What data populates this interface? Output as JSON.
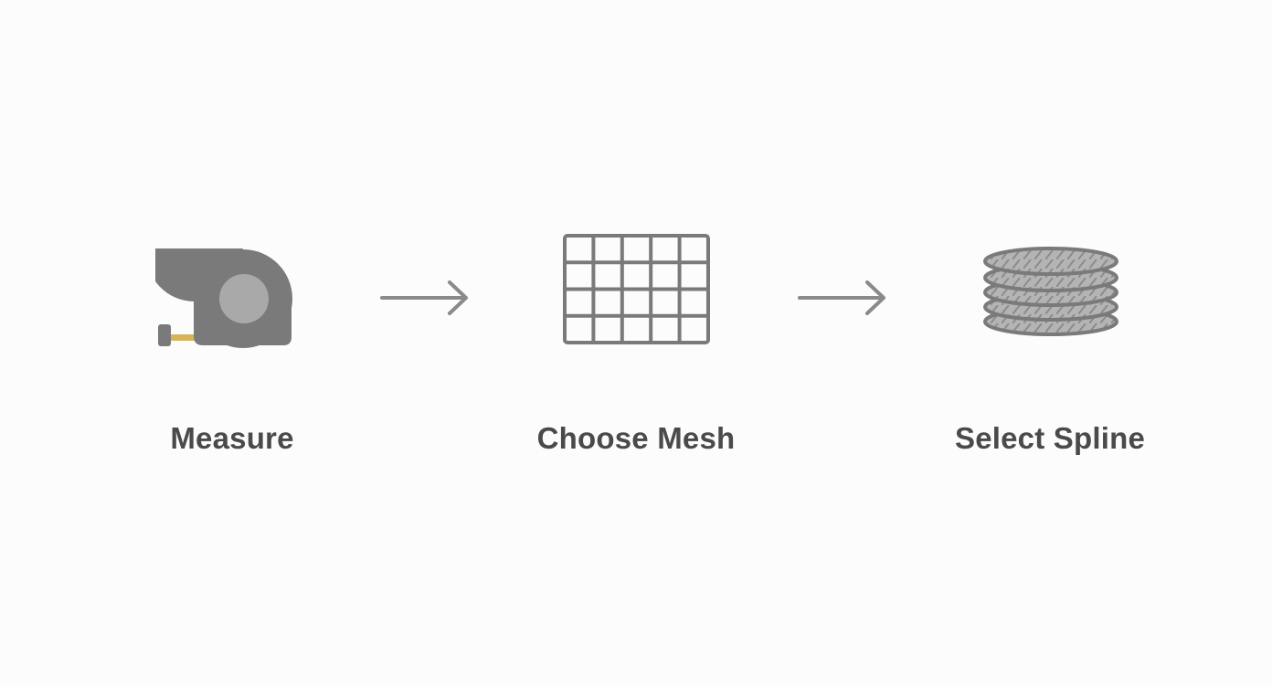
{
  "steps": [
    {
      "label": "Measure",
      "icon": "tape-measure-icon"
    },
    {
      "label": "Choose Mesh",
      "icon": "mesh-grid-icon"
    },
    {
      "label": "Select Spline",
      "icon": "spline-coil-icon"
    }
  ],
  "connectors": [
    {
      "icon": "arrow-right-icon"
    },
    {
      "icon": "arrow-right-icon"
    }
  ],
  "colors": {
    "background": "#fcfcfc",
    "icon_gray": "#7a7a7a",
    "icon_light_gray": "#a9a9a9",
    "tape_yellow": "#d8b35a",
    "label_text": "#4a4a4a",
    "arrow_gray": "#8a8a8a"
  }
}
